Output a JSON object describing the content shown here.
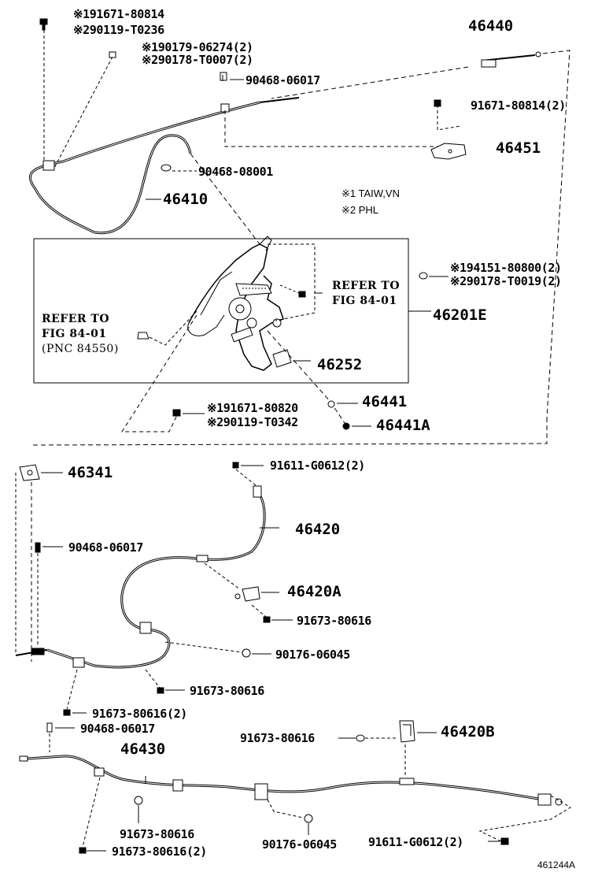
{
  "labels": {
    "p_191671_80814": "※191671-80814",
    "p_290119_t0236": "※290119-T0236",
    "p_190179_06274": "※190179-06274(2)",
    "p_290178_t0007": "※290178-T0007(2)",
    "p_90468_06017_top": "90468-06017",
    "p_46440": "46440",
    "p_91671_80814_2": "91671-80814(2)",
    "p_46451": "46451",
    "p_90468_08001": "90468-08001",
    "p_46410": "46410",
    "note1": "※1 TAIW,VN",
    "note2": "※2 PHL",
    "p_194151_80800": "※194151-80800(2)",
    "p_290178_t0019": "※290178-T0019(2)",
    "refer_right_1": "REFER TO",
    "refer_right_2": "FIG 84-01",
    "p_46201e": "46201E",
    "refer_left_1": "REFER TO",
    "refer_left_2": "FIG 84-01",
    "refer_left_3": "(PNC 84550)",
    "p_46252": "46252",
    "p_46441": "46441",
    "p_191671_80820": "※191671-80820",
    "p_290119_t0342": "※290119-T0342",
    "p_46441a": "46441A",
    "p_46341": "46341",
    "p_91611_g0612_a": "91611-G0612(2)",
    "p_46420": "46420",
    "p_90468_06017_mid": "90468-06017",
    "p_46420a": "46420A",
    "p_91673_80616_a": "91673-80616",
    "p_90176_06045_a": "90176-06045",
    "p_91673_80616_b": "91673-80616",
    "p_91673_80616_2a": "91673-80616(2)",
    "p_90468_06017_low": "90468-06017",
    "p_91673_80616_c": "91673-80616",
    "p_46420b": "46420B",
    "p_46430": "46430",
    "p_91673_80616_d": "91673-80616",
    "p_90176_06045_b": "90176-06045",
    "p_91611_g0612_b": "91611-G0612(2)",
    "p_91673_80616_2b": "91673-80616(2)",
    "illustration_id": "461244A"
  }
}
